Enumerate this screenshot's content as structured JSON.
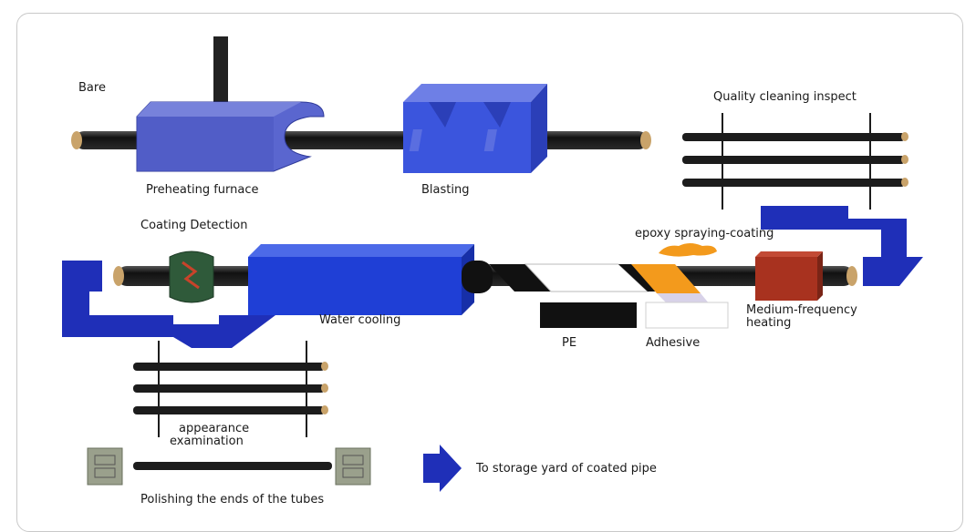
{
  "labels": {
    "bare": "Bare",
    "preheating_furnace": "Preheating furnace",
    "blasting": "Blasting",
    "quality_cleaning_inspect": "Quality cleaning inspect",
    "coating_detection": "Coating Detection",
    "epoxy_spraying_coating": "epoxy spraying-coating",
    "water_cooling": "Water cooling",
    "medium_frequency_line1": "Medium-frequency",
    "medium_frequency_line2": "heating",
    "pe": "PE",
    "adhesive": "Adhesive",
    "appearance_line1": "appearance",
    "appearance_line2": "examination",
    "storage_yard": "To storage yard of coated pipe",
    "polishing": "Polishing the ends of the tubes"
  },
  "colors": {
    "pipe": "#1c1c1c",
    "pipe_end": "#c9a36a",
    "machine_blue": "#4a5fd0",
    "machine_blue_dark": "#2c3fb0",
    "arrow_blue": "#1f2fb8",
    "water_cooling_blue": "#1f3fd6",
    "detector_green": "#2f5a3a",
    "epoxy_orange": "#f39a1c",
    "heater_red": "#a8321f",
    "grinder_gray": "#9aa08c"
  }
}
